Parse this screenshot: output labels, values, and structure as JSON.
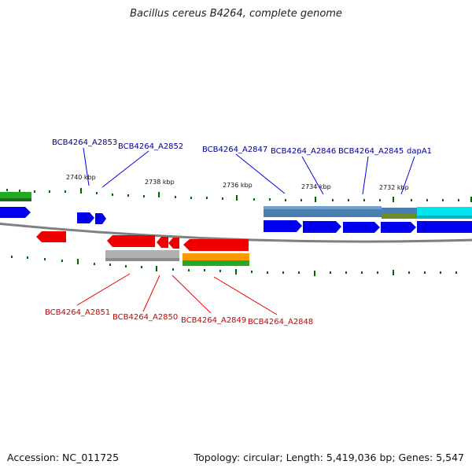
{
  "title": "Bacillus cereus B4264, complete genome",
  "footer": {
    "accession": "Accession: NC_011725",
    "stats": "Topology: circular; Length: 5,419,036 bp; Genes: 5,547"
  },
  "scale_labels": [
    "2740 kbp",
    "2738 kbp",
    "2736 kbp",
    "2734 kbp",
    "2732 kbp"
  ],
  "forward_gene_labels": [
    "BCB4264_A2853",
    "BCB4264_A2852",
    "BCB4264_A2847",
    "BCB4264_A2846",
    "BCB4264_A2845",
    "dapA1"
  ],
  "reverse_gene_labels": [
    "BCB4264_A2851",
    "BCB4264_A2850",
    "BCB4264_A2849",
    "BCB4264_A2848"
  ],
  "colors": {
    "forward_gene": "#0000ee",
    "reverse_gene": "#ee0000",
    "label_forward": "#00008b",
    "label_reverse": "#cc0000",
    "tick": "#006400",
    "backbone": "#808080",
    "rna_green": "#22aa22",
    "steel": "#4a7fb0",
    "cyan": "#00e5ee",
    "olive": "#6b8e23",
    "orange": "#ff9900",
    "grey": "#b0b0b0"
  }
}
